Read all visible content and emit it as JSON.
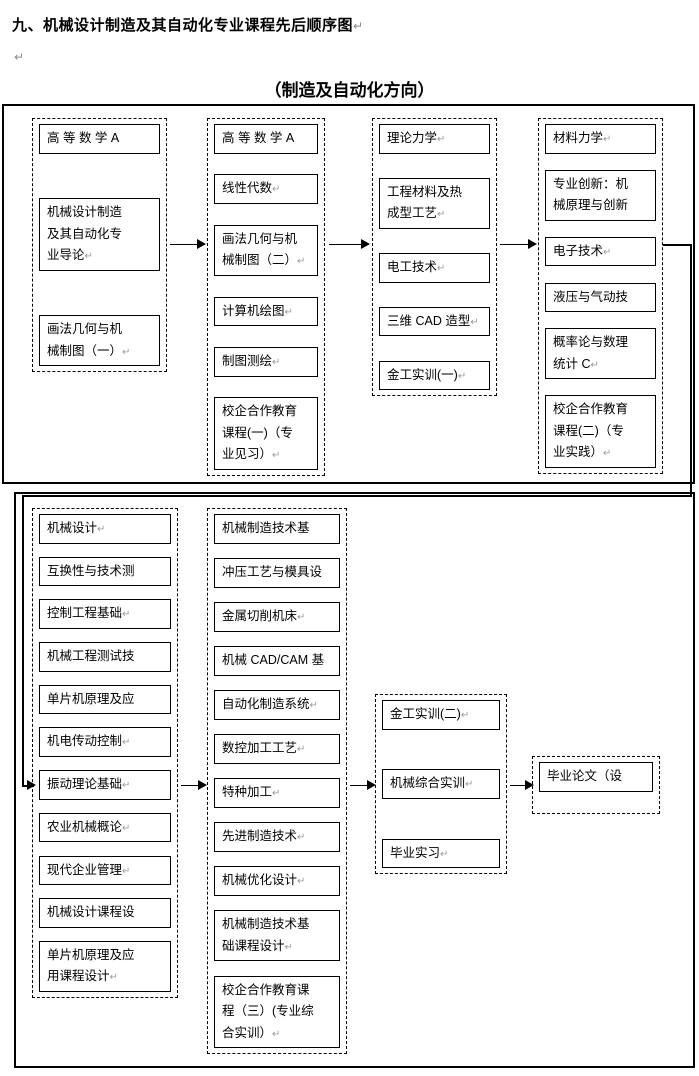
{
  "document": {
    "title": "九、机械设计制造及其自动化专业课程先后顺序图",
    "title_mark": "↵",
    "blank_line_mark": "↵",
    "subtitle": "（制造及自动化方向）"
  },
  "groups": [
    {
      "id": "semester-1",
      "name": "column-1",
      "courses": [
        {
          "lines": [
            "高 等 数 学  A"
          ],
          "mark": ""
        },
        {
          "lines": [
            "机械设计制造",
            "及其自动化专",
            "业导论"
          ],
          "mark": "↵"
        },
        {
          "lines": [
            "画法几何与机",
            "械制图（一）"
          ],
          "mark": "↵"
        }
      ]
    },
    {
      "id": "semester-2",
      "name": "column-2",
      "courses": [
        {
          "lines": [
            "高 等 数 学  A"
          ],
          "mark": ""
        },
        {
          "lines": [
            "线性代数"
          ],
          "mark": "↵"
        },
        {
          "lines": [
            "画法几何与机",
            "械制图（二）"
          ],
          "mark": "↵"
        },
        {
          "lines": [
            "计算机绘图"
          ],
          "mark": "↵"
        },
        {
          "lines": [
            "制图测绘"
          ],
          "mark": "↵"
        },
        {
          "lines": [
            "校企合作教育",
            "课程(一)（专",
            "业见习）"
          ],
          "mark": "↵"
        }
      ]
    },
    {
      "id": "semester-3",
      "name": "column-3",
      "courses": [
        {
          "lines": [
            "理论力学"
          ],
          "mark": "↵"
        },
        {
          "lines": [
            "工程材料及热",
            "成型工艺"
          ],
          "mark": "↵"
        },
        {
          "lines": [
            "电工技术"
          ],
          "mark": "↵"
        },
        {
          "lines": [
            "三维 CAD 造型"
          ],
          "mark": "↵"
        },
        {
          "lines": [
            "金工实训(一)"
          ],
          "mark": "↵"
        }
      ]
    },
    {
      "id": "semester-4",
      "name": "column-4",
      "courses": [
        {
          "lines": [
            "材料力学"
          ],
          "mark": "↵"
        },
        {
          "lines": [
            "专业创新：机",
            "械原理与创新"
          ],
          "mark": ""
        },
        {
          "lines": [
            "电子技术"
          ],
          "mark": "↵"
        },
        {
          "lines": [
            "液压与气动技"
          ],
          "mark": ""
        },
        {
          "lines": [
            "概率论与数理",
            "统计 C"
          ],
          "mark": "↵"
        },
        {
          "lines": [
            "校企合作教育",
            "课程(二)（专",
            "业实践）"
          ],
          "mark": "↵"
        }
      ]
    },
    {
      "id": "semester-5",
      "name": "column-5",
      "courses": [
        {
          "lines": [
            "机械设计"
          ],
          "mark": "↵"
        },
        {
          "lines": [
            "互换性与技术测"
          ],
          "mark": ""
        },
        {
          "lines": [
            "控制工程基础"
          ],
          "mark": "↵"
        },
        {
          "lines": [
            "机械工程测试技"
          ],
          "mark": ""
        },
        {
          "lines": [
            "单片机原理及应"
          ],
          "mark": ""
        },
        {
          "lines": [
            "机电传动控制"
          ],
          "mark": "↵"
        },
        {
          "lines": [
            "振动理论基础"
          ],
          "mark": "↵"
        },
        {
          "lines": [
            "农业机械概论"
          ],
          "mark": "↵"
        },
        {
          "lines": [
            "现代企业管理"
          ],
          "mark": "↵"
        },
        {
          "lines": [
            "机械设计课程设"
          ],
          "mark": ""
        },
        {
          "lines": [
            "单片机原理及应",
            "用课程设计"
          ],
          "mark": "↵"
        }
      ]
    },
    {
      "id": "semester-6",
      "name": "column-6",
      "courses": [
        {
          "lines": [
            "机械制造技术基"
          ],
          "mark": ""
        },
        {
          "lines": [
            "冲压工艺与模具设"
          ],
          "mark": ""
        },
        {
          "lines": [
            "金属切削机床"
          ],
          "mark": "↵"
        },
        {
          "lines": [
            "机械 CAD/CAM 基"
          ],
          "mark": ""
        },
        {
          "lines": [
            "自动化制造系统"
          ],
          "mark": "↵"
        },
        {
          "lines": [
            "数控加工工艺"
          ],
          "mark": "↵"
        },
        {
          "lines": [
            "特种加工"
          ],
          "mark": "↵"
        },
        {
          "lines": [
            "先进制造技术"
          ],
          "mark": "↵"
        },
        {
          "lines": [
            "机械优化设计"
          ],
          "mark": "↵"
        },
        {
          "lines": [
            "机械制造技术基",
            "础课程设计"
          ],
          "mark": "↵"
        },
        {
          "lines": [
            "校企合作教育课",
            "程（三）(专业综",
            "合实训）"
          ],
          "mark": "↵"
        }
      ]
    },
    {
      "id": "semester-7",
      "name": "column-7",
      "courses": [
        {
          "lines": [
            "金工实训(二)"
          ],
          "mark": "↵"
        },
        {
          "lines": [
            "机械综合实训"
          ],
          "mark": "↵"
        },
        {
          "lines": [
            "毕业实习"
          ],
          "mark": "↵"
        }
      ]
    },
    {
      "id": "semester-8",
      "name": "column-8",
      "courses": [
        {
          "lines": [
            "毕业论文（设"
          ],
          "mark": ""
        }
      ]
    }
  ],
  "connectors": [
    {
      "from": "semester-1",
      "to": "semester-2",
      "type": "arrow-right"
    },
    {
      "from": "semester-2",
      "to": "semester-3",
      "type": "arrow-right"
    },
    {
      "from": "semester-3",
      "to": "semester-4",
      "type": "arrow-right"
    },
    {
      "from": "semester-4",
      "to": "semester-5",
      "type": "elbow-wrap"
    },
    {
      "from": "semester-5",
      "to": "semester-6",
      "type": "arrow-right"
    },
    {
      "from": "semester-6",
      "to": "semester-7",
      "type": "arrow-right"
    },
    {
      "from": "semester-7",
      "to": "semester-8",
      "type": "arrow-right"
    }
  ],
  "style": {
    "line_color": "#000000",
    "page_background": "#ffffff",
    "mark_color": "#9a9a9a"
  }
}
